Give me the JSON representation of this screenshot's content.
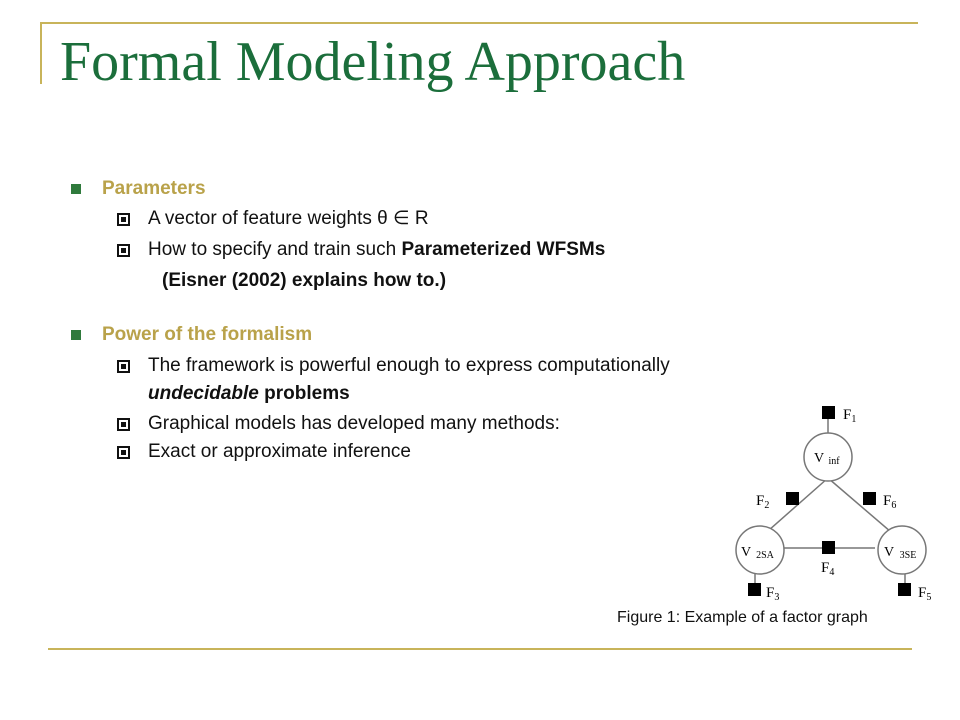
{
  "slide": {
    "title": "Formal Modeling Approach",
    "sections": [
      {
        "heading": "Parameters",
        "items": [
          {
            "text": "A vector of feature weights θ ∈ R"
          },
          {
            "text_a": "How to specify and train such ",
            "text_b": "Parameterized WFSMs"
          }
        ],
        "note": "(Eisner (2002) explains how to.)"
      },
      {
        "heading": "Power of the formalism",
        "items": [
          {
            "text": "The framework is powerful enough to express computationally"
          },
          {
            "text_a": "undecidable",
            "text_b": " problems"
          },
          {
            "text": "Graphical models has developed many methods:"
          },
          {
            "text": "Exact or approximate inference"
          }
        ]
      }
    ],
    "figure": {
      "caption": "Figure 1: Example of a factor graph",
      "variables": [
        {
          "name": "V",
          "sub": "inf"
        },
        {
          "name": "V",
          "sub": "2SA"
        },
        {
          "name": "V",
          "sub": "3SE"
        }
      ],
      "factors": [
        {
          "name": "F",
          "sub": "1"
        },
        {
          "name": "F",
          "sub": "2"
        },
        {
          "name": "F",
          "sub": "3"
        },
        {
          "name": "F",
          "sub": "4"
        },
        {
          "name": "F",
          "sub": "5"
        },
        {
          "name": "F",
          "sub": "6"
        }
      ]
    },
    "colors": {
      "title": "#1b6e3b",
      "heading": "#b9a24a",
      "rule": "#c8b45a"
    }
  }
}
